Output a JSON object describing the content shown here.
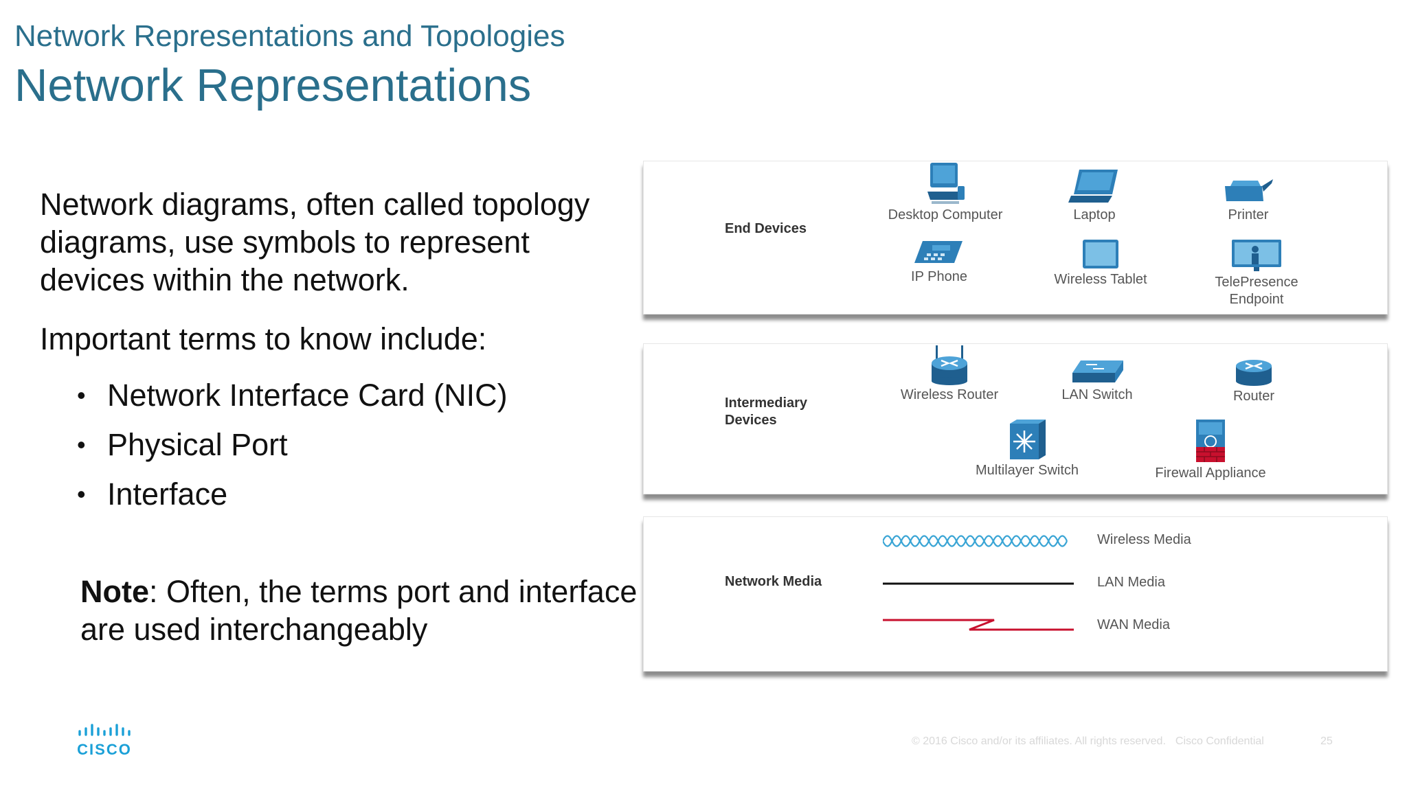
{
  "header": {
    "kicker": "Network Representations and Topologies",
    "title": "Network Representations"
  },
  "body": {
    "paragraph": "Network diagrams, often called topology diagrams, use symbols to represent devices within the network.",
    "terms_intro": "Important terms to know include:",
    "bullets": [
      "Network Interface Card (NIC)",
      "Physical Port",
      "Interface"
    ],
    "note_label": "Note",
    "note_text": ": Often, the terms port and interface are used interchangeably"
  },
  "diagram": {
    "end_devices": {
      "label": "End Devices",
      "devices": [
        {
          "name": "Desktop Computer",
          "icon": "desktop-computer-icon"
        },
        {
          "name": "Laptop",
          "icon": "laptop-icon"
        },
        {
          "name": "Printer",
          "icon": "printer-icon"
        },
        {
          "name": "IP Phone",
          "icon": "ip-phone-icon"
        },
        {
          "name": "Wireless Tablet",
          "icon": "tablet-icon"
        },
        {
          "name": "TelePresence",
          "name2": "Endpoint",
          "icon": "telepresence-icon"
        }
      ]
    },
    "intermediary": {
      "label": "Intermediary",
      "label2": "Devices",
      "devices": [
        {
          "name": "Wireless Router",
          "icon": "wireless-router-icon"
        },
        {
          "name": "LAN Switch",
          "icon": "lan-switch-icon"
        },
        {
          "name": "Router",
          "icon": "router-icon"
        },
        {
          "name": "Multilayer Switch",
          "icon": "multilayer-switch-icon"
        },
        {
          "name": "Firewall Appliance",
          "icon": "firewall-icon"
        }
      ]
    },
    "media": {
      "label": "Network Media",
      "items": [
        {
          "name": "Wireless Media",
          "icon": "wireless-media-line"
        },
        {
          "name": "LAN Media",
          "icon": "lan-media-line"
        },
        {
          "name": "WAN Media",
          "icon": "wan-media-line"
        }
      ]
    }
  },
  "footer": {
    "copyright": "© 2016  Cisco and/or its affiliates. All rights reserved.",
    "confidential": "Cisco Confidential",
    "page_number": "25",
    "logo_text": "CISCO"
  },
  "colors": {
    "title": "#2a6f8c",
    "icon_blue": "#2d7fb8",
    "logo": "#1ba0d7",
    "wan": "#c8102e"
  }
}
